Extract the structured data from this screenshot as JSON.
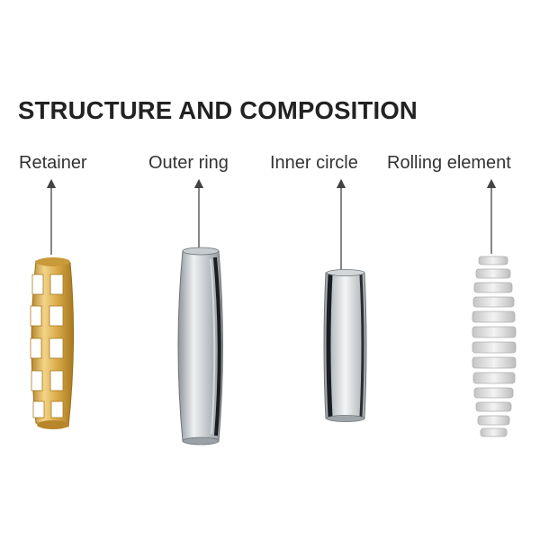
{
  "title": "STRUCTURE AND COMPOSITION",
  "components": [
    {
      "label": "Retainer",
      "icon": "retainer-cage-icon",
      "color": "#d9ac4a"
    },
    {
      "label": "Outer ring",
      "icon": "outer-ring-icon",
      "color": "#b9bec3"
    },
    {
      "label": "Inner circle",
      "icon": "inner-ring-icon",
      "color": "#aeb3b8"
    },
    {
      "label": "Rolling element",
      "icon": "rolling-element-icon",
      "color": "#d6d6d6"
    }
  ]
}
